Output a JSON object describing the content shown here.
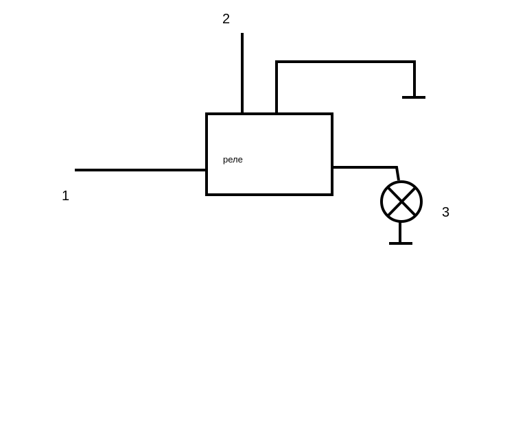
{
  "diagram": {
    "relay_label": "реле",
    "terminal_1": "1",
    "terminal_2": "2",
    "terminal_3": "3",
    "line_color": "#000000",
    "background_color": "#ffffff"
  }
}
